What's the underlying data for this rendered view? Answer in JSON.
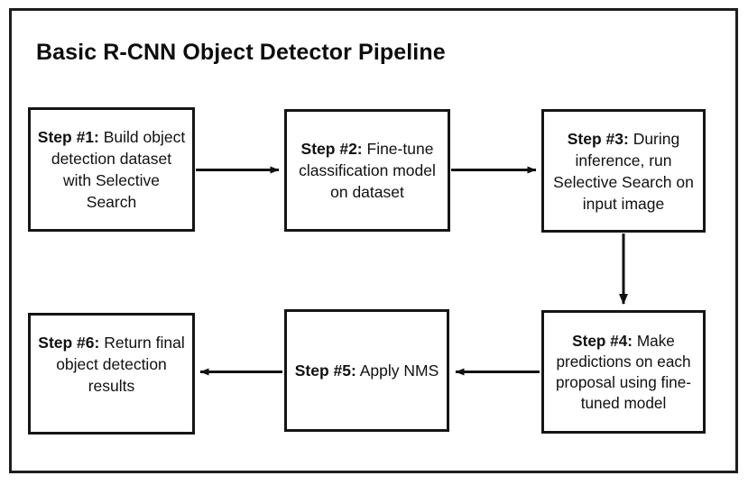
{
  "diagram": {
    "title": "Basic R-CNN Object Detector Pipeline",
    "type": "flowchart",
    "orientation": "horizontal-serpentine",
    "frame_color": "#1d1d1d",
    "box_border_color": "#151515",
    "background_color": "#ffffff",
    "text_color": "#111111",
    "steps": [
      {
        "id": "step-1",
        "label": "Step #1:",
        "text": "Build object detection dataset with Selective Search",
        "lines": [
          "Step #1: Build",
          "object detection",
          "dataset with",
          "Selective Search"
        ]
      },
      {
        "id": "step-2",
        "label": "Step #2:",
        "text": "Fine-tune classification model on dataset",
        "lines": [
          "Step #2:",
          "Fine-tune",
          "classification",
          "model on dataset"
        ]
      },
      {
        "id": "step-3",
        "label": "Step #3:",
        "text": "During inference, run Selective Search on input image",
        "lines": [
          "Step #3: During",
          "inference, run",
          "Selective Search",
          "on input image"
        ]
      },
      {
        "id": "step-4",
        "label": "Step #4:",
        "text": "Make predictions on each proposal using fine-tuned model",
        "lines": [
          "Step #4: Make",
          "predictions on",
          "each proposal",
          "using fine-tuned",
          "model"
        ]
      },
      {
        "id": "step-5",
        "label": "Step #5:",
        "text": "Apply NMS",
        "lines": [
          "Step #5: Apply",
          "NMS"
        ]
      },
      {
        "id": "step-6",
        "label": "Step #6:",
        "text": "Return final object detection results",
        "lines": [
          "Step #6: Return",
          "final object",
          "detection results"
        ]
      }
    ],
    "connectors": [
      {
        "from": "step-1",
        "to": "step-2",
        "direction": "right"
      },
      {
        "from": "step-2",
        "to": "step-3",
        "direction": "right"
      },
      {
        "from": "step-3",
        "to": "step-4",
        "direction": "down"
      },
      {
        "from": "step-4",
        "to": "step-5",
        "direction": "left"
      },
      {
        "from": "step-5",
        "to": "step-6",
        "direction": "left"
      }
    ]
  }
}
